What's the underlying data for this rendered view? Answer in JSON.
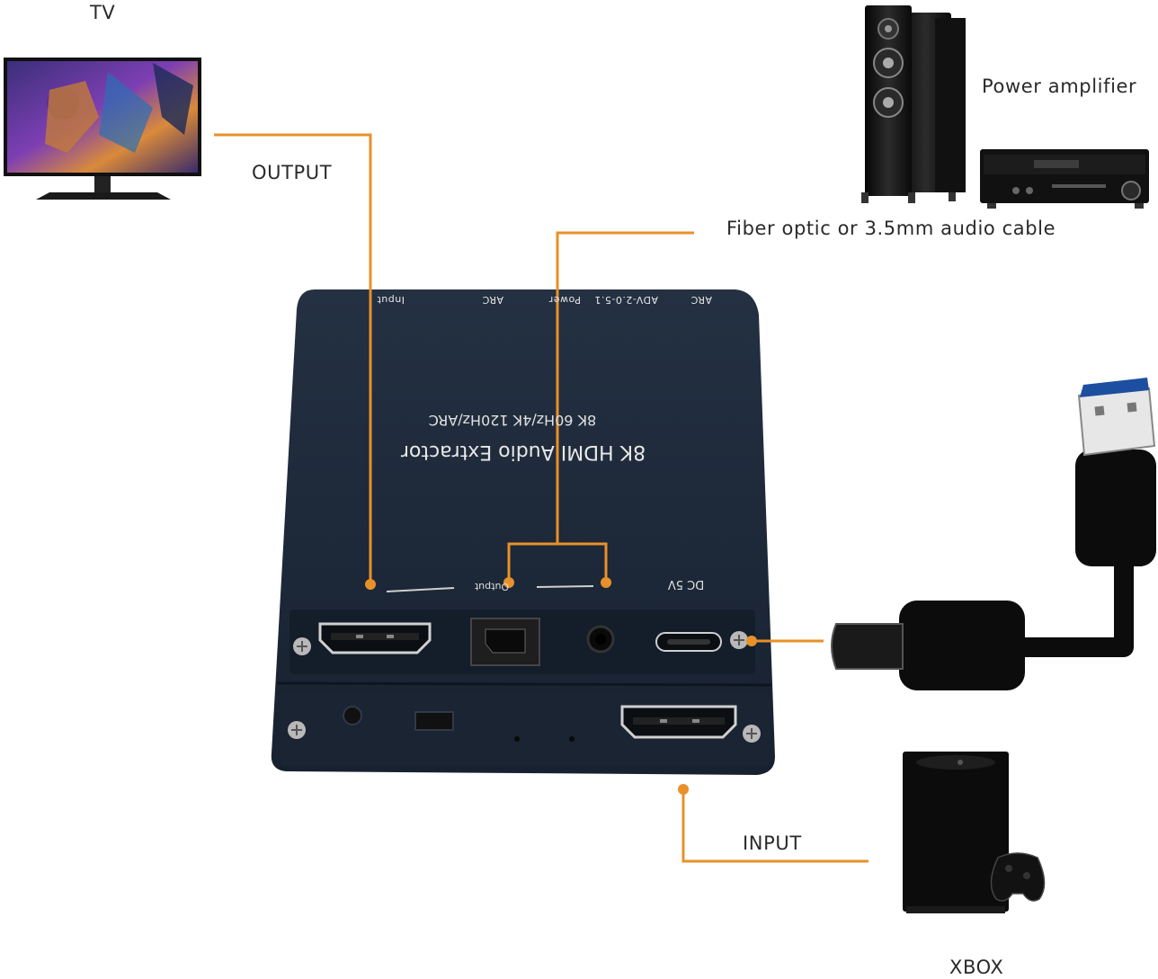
{
  "labels": {
    "tv": "TV",
    "output": "OUTPUT",
    "power_amplifier": "Power amplifier",
    "fiber_cable": "Fiber optic or 3.5mm audio cable",
    "input": "INPUT",
    "xbox": "XBOX"
  },
  "device": {
    "title": "8K HDMI Audio Extractor",
    "subtitle": "8K 60Hz/4K 120Hz/ARC",
    "top_edge_labels": [
      "Input",
      "ARC",
      "Power",
      "ADV-2.0-5.1",
      "ARC"
    ],
    "output_label": "Output",
    "dc_label": "DC 5V"
  },
  "colors": {
    "connector_line": "#e8902a",
    "device_body": "#1f2a38",
    "device_text": "#e6e6e6",
    "background": "#ffffff"
  }
}
